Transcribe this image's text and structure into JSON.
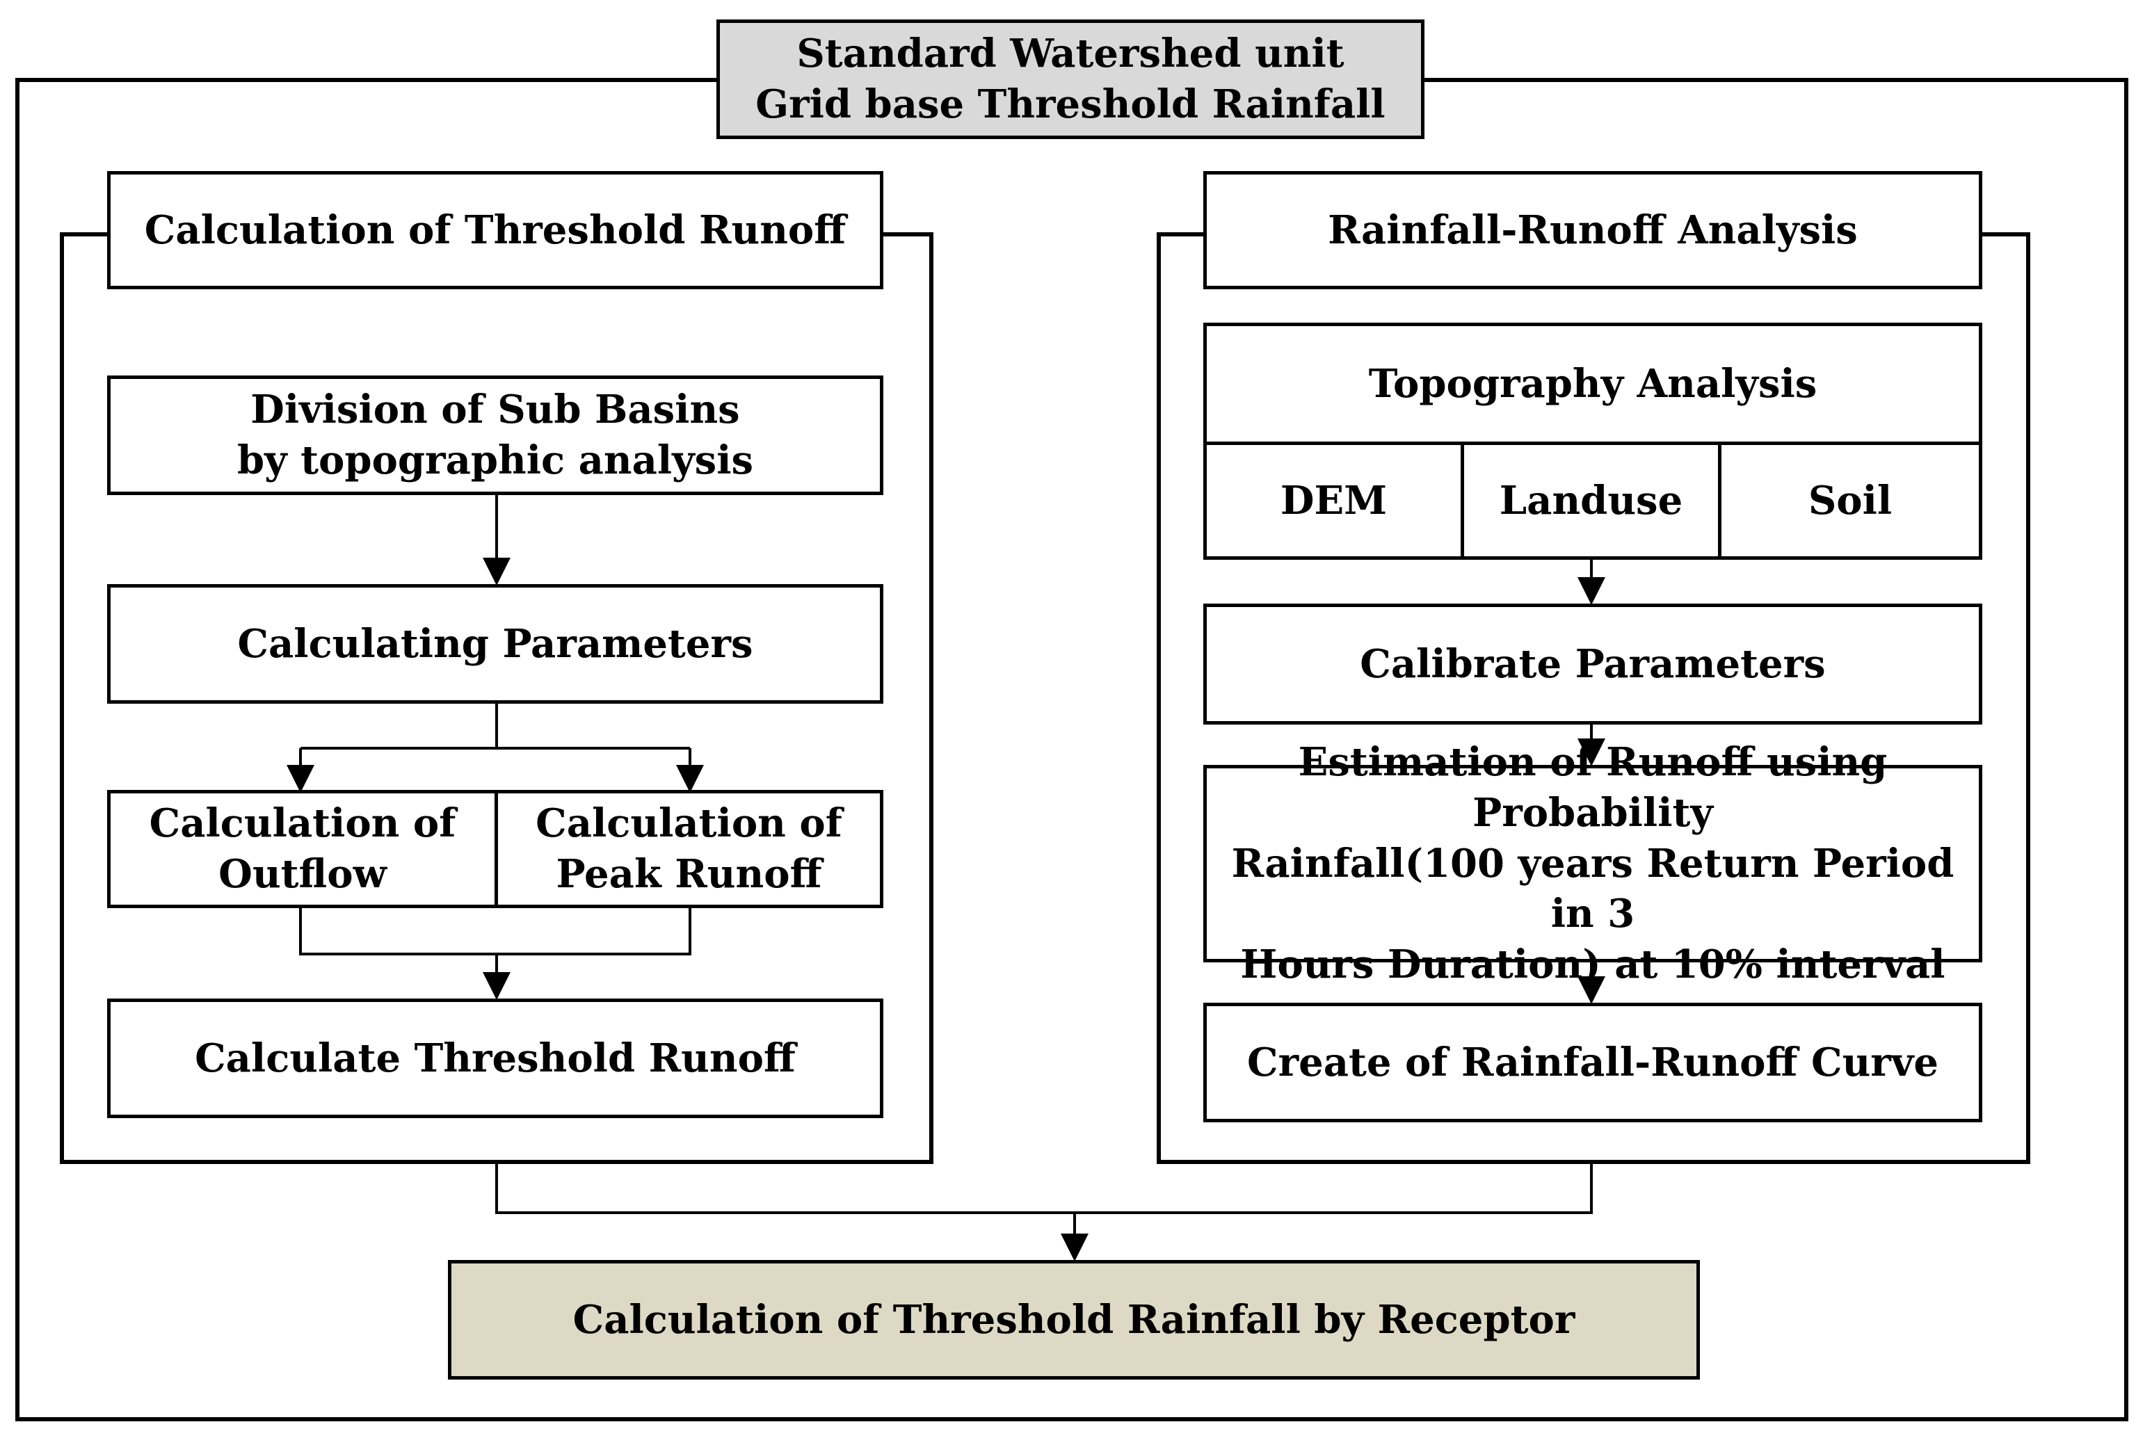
{
  "title": {
    "line1": "Standard Watershed unit",
    "line2": "Grid base Threshold Rainfall"
  },
  "left": {
    "heading": "Calculation of Threshold Runoff",
    "step1": "Division of Sub Basins\nby topographic analysis",
    "step2": "Calculating Parameters",
    "step3a": "Calculation of\nOutflow",
    "step3b": "Calculation of\nPeak Runoff",
    "step4": "Calculate Threshold Runoff"
  },
  "right": {
    "heading": "Rainfall-Runoff Analysis",
    "topo": "Topography Analysis",
    "topo_items": [
      "DEM",
      "Landuse",
      "Soil"
    ],
    "step2": "Calibrate Parameters",
    "step3": "Estimation of Runoff using Probability\nRainfall(100 years Return Period in 3\nHours Duration) at 10% interval",
    "step4": "Create of Rainfall-Runoff Curve"
  },
  "result": "Calculation of Threshold Rainfall by Receptor",
  "colors": {
    "title_fill": "#d9d9d9",
    "result_fill": "#ddd9c4",
    "line": "#000000"
  }
}
